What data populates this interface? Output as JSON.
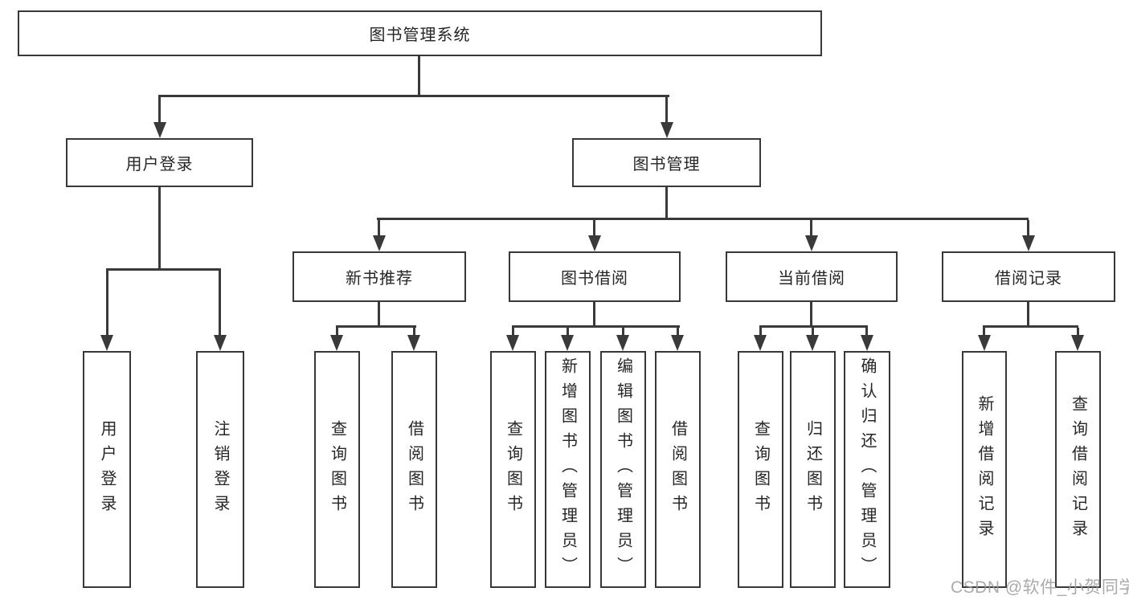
{
  "diagram": {
    "type": "hierarchy-tree",
    "root": {
      "label": "图书管理系统"
    },
    "level2": [
      {
        "label": "用户登录",
        "parent": "图书管理系统",
        "children_labels": [
          "用户登录",
          "注销登录"
        ]
      },
      {
        "label": "图书管理",
        "parent": "图书管理系统",
        "children_labels": [
          "新书推荐",
          "图书借阅",
          "当前借阅",
          "借阅记录"
        ]
      }
    ],
    "level3": [
      {
        "label": "新书推荐",
        "parent": "图书管理",
        "children_labels": [
          "查询图书",
          "借阅图书"
        ]
      },
      {
        "label": "图书借阅",
        "parent": "图书管理",
        "children_labels": [
          "查询图书",
          "新增图书（管理员）",
          "编辑图书（管理员）",
          "借阅图书"
        ]
      },
      {
        "label": "当前借阅",
        "parent": "图书管理",
        "children_labels": [
          "查询图书",
          "归还图书",
          "确认归还（管理员）"
        ]
      },
      {
        "label": "借阅记录",
        "parent": "图书管理",
        "children_labels": [
          "新增借阅记录",
          "查询借阅记录"
        ]
      }
    ],
    "leaves": [
      {
        "label": "用户登录",
        "parent": "用户登录"
      },
      {
        "label": "注销登录",
        "parent": "用户登录"
      },
      {
        "label": "查询图书",
        "parent": "新书推荐"
      },
      {
        "label": "借阅图书",
        "parent": "新书推荐"
      },
      {
        "label": "查询图书",
        "parent": "图书借阅"
      },
      {
        "label": "新增图书（管理员）",
        "parent": "图书借阅"
      },
      {
        "label": "编辑图书（管理员）",
        "parent": "图书借阅"
      },
      {
        "label": "借阅图书",
        "parent": "图书借阅"
      },
      {
        "label": "查询图书",
        "parent": "当前借阅"
      },
      {
        "label": "归还图书",
        "parent": "当前借阅"
      },
      {
        "label": "确认归还（管理员）",
        "parent": "当前借阅"
      },
      {
        "label": "新增借阅记录",
        "parent": "借阅记录"
      },
      {
        "label": "查询借阅记录",
        "parent": "借阅记录"
      }
    ]
  },
  "watermark": {
    "text": "CSDN @软件_小贺同学"
  },
  "colors": {
    "background": "#ffffff",
    "line": "#3a3a3a",
    "box_border": "#383838",
    "text": "#262626",
    "watermark": "#9c9c9c"
  }
}
